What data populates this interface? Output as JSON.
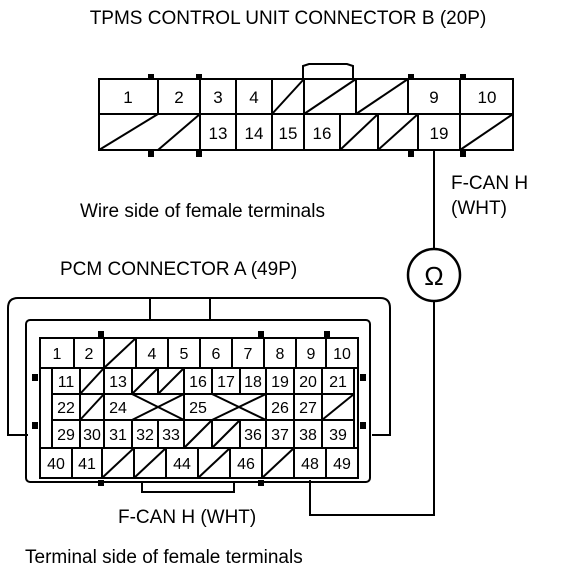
{
  "connector_b": {
    "title": "TPMS CONTROL UNIT CONNECTOR B (20P)",
    "caption": "Wire side of female terminals",
    "row1": [
      "1",
      "2",
      "3",
      "4",
      "",
      "",
      "",
      "",
      "9",
      "10"
    ],
    "row2": [
      "",
      "",
      "13",
      "14",
      "15",
      "16",
      "",
      "",
      "19",
      ""
    ]
  },
  "connector_a": {
    "title": "PCM CONNECTOR A (49P)",
    "caption": "Terminal side of female terminals",
    "row1": [
      "1",
      "2",
      "",
      "4",
      "5",
      "6",
      "7",
      "8",
      "9",
      "10"
    ],
    "row2": [
      "11",
      "",
      "13",
      "",
      "",
      "16",
      "17",
      "18",
      "19",
      "20",
      "21"
    ],
    "row3": [
      "22",
      "",
      "24",
      "",
      "",
      "25",
      "",
      "",
      "26",
      "27",
      ""
    ],
    "row4": [
      "29",
      "30",
      "31",
      "32",
      "33",
      "",
      "",
      "36",
      "37",
      "38",
      "39"
    ],
    "row5": [
      "40",
      "41",
      "",
      "",
      "44",
      "",
      "46",
      "",
      "48",
      "49"
    ]
  },
  "wire_labels": {
    "b_side_line1": "F-CAN H",
    "b_side_line2": "(WHT)",
    "a_side": "F-CAN H (WHT)"
  },
  "meter": {
    "symbol": "Ω",
    "icon": "ohmmeter-icon"
  }
}
